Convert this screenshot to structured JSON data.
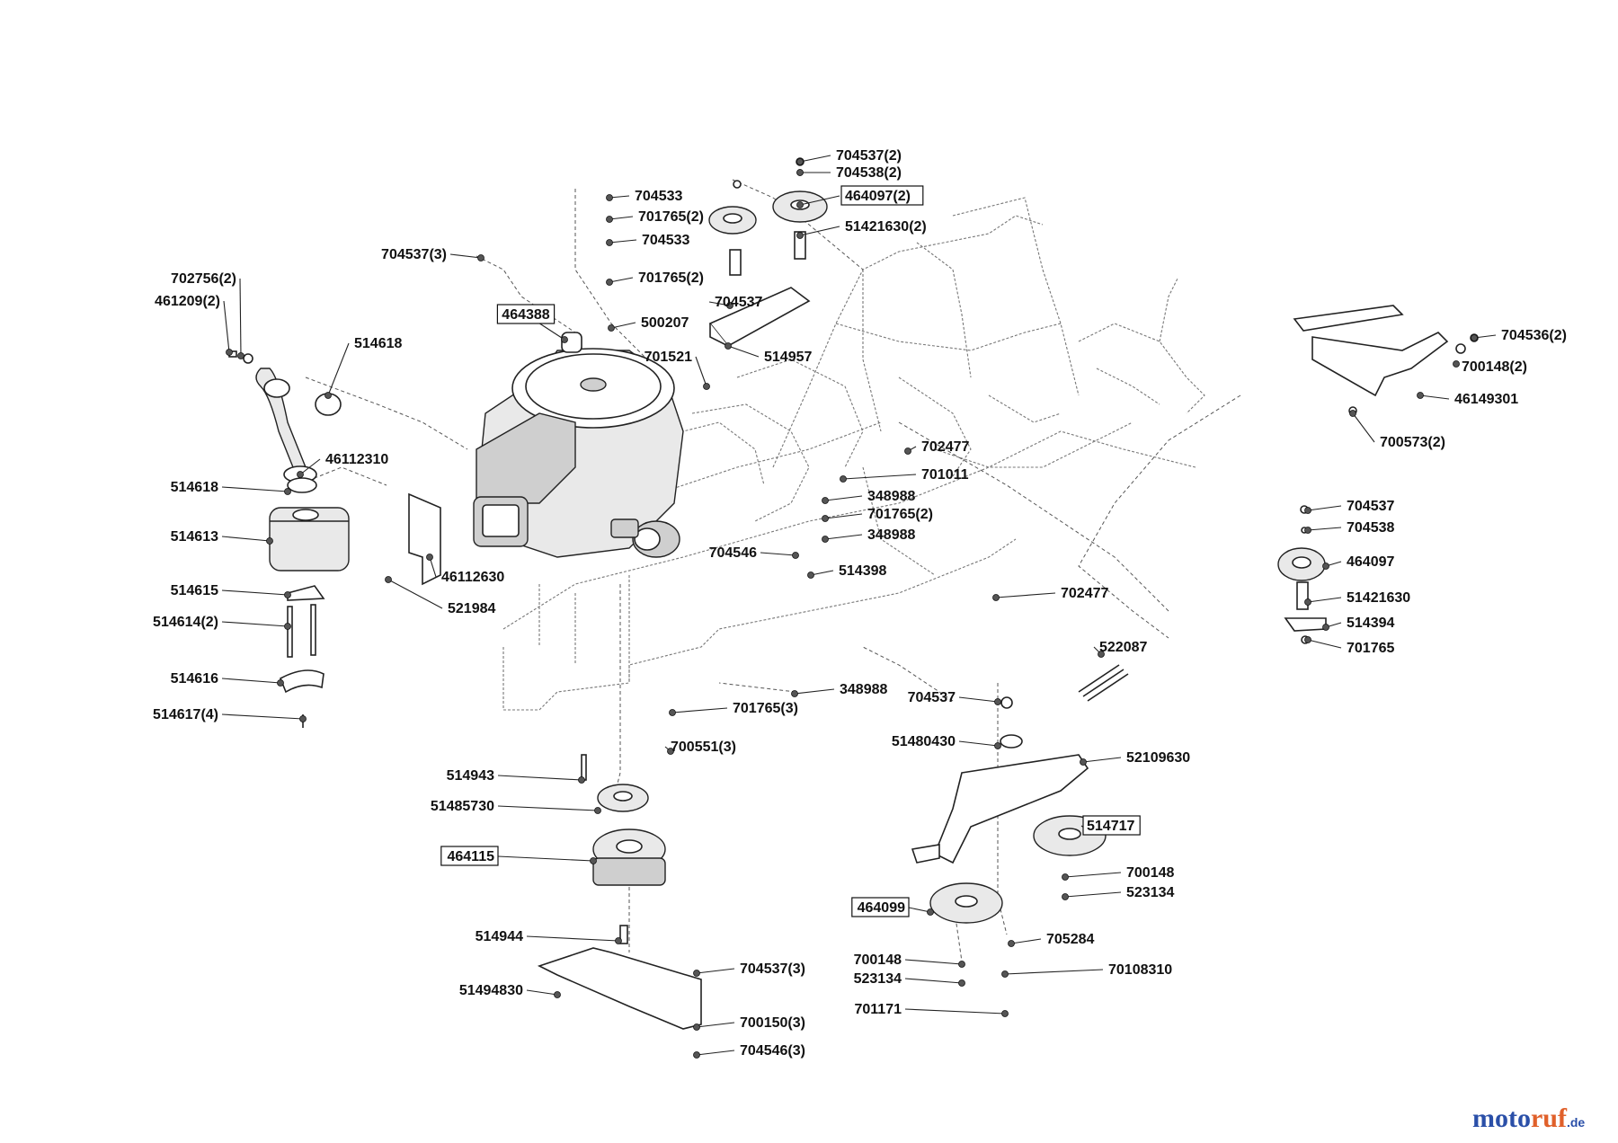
{
  "parts": [
    {
      "label": "704537(2)",
      "boxed": false
    },
    {
      "label": "704538(2)",
      "boxed": false
    },
    {
      "label": "464097(2)",
      "boxed": true
    },
    {
      "label": "51421630(2)",
      "boxed": false
    },
    {
      "label": "704533",
      "boxed": false
    },
    {
      "label": "701765(2)",
      "boxed": false
    },
    {
      "label": "704533",
      "boxed": false
    },
    {
      "label": "704537(3)",
      "boxed": false
    },
    {
      "label": "701765(2)",
      "boxed": false
    },
    {
      "label": "704537",
      "boxed": false
    },
    {
      "label": "500207",
      "boxed": false
    },
    {
      "label": "464388",
      "boxed": true
    },
    {
      "label": "514957",
      "boxed": false
    },
    {
      "label": "701521",
      "boxed": false
    },
    {
      "label": "702756(2)",
      "boxed": false
    },
    {
      "label": "461209(2)",
      "boxed": false
    },
    {
      "label": "514618",
      "boxed": false
    },
    {
      "label": "46112310",
      "boxed": false
    },
    {
      "label": "514618",
      "boxed": false
    },
    {
      "label": "514613",
      "boxed": false
    },
    {
      "label": "514615",
      "boxed": false
    },
    {
      "label": "514614(2)",
      "boxed": false
    },
    {
      "label": "514616",
      "boxed": false
    },
    {
      "label": "514617(4)",
      "boxed": false
    },
    {
      "label": "46112630",
      "boxed": false
    },
    {
      "label": "521984",
      "boxed": false
    },
    {
      "label": "702477",
      "boxed": false
    },
    {
      "label": "701011",
      "boxed": false
    },
    {
      "label": "348988",
      "boxed": false
    },
    {
      "label": "701765(2)",
      "boxed": false
    },
    {
      "label": "348988",
      "boxed": false
    },
    {
      "label": "704546",
      "boxed": false
    },
    {
      "label": "514398",
      "boxed": false
    },
    {
      "label": "702477",
      "boxed": false
    },
    {
      "label": "704536(2)",
      "boxed": false
    },
    {
      "label": "700148(2)",
      "boxed": false
    },
    {
      "label": "46149301",
      "boxed": false
    },
    {
      "label": "700573(2)",
      "boxed": false
    },
    {
      "label": "704537",
      "boxed": false
    },
    {
      "label": "704538",
      "boxed": false
    },
    {
      "label": "464097",
      "boxed": false
    },
    {
      "label": "51421630",
      "boxed": false
    },
    {
      "label": "514394",
      "boxed": false
    },
    {
      "label": "701765",
      "boxed": false
    },
    {
      "label": "522087",
      "boxed": false
    },
    {
      "label": "348988",
      "boxed": false
    },
    {
      "label": "704537",
      "boxed": false
    },
    {
      "label": "701765(3)",
      "boxed": false
    },
    {
      "label": "51480430",
      "boxed": false
    },
    {
      "label": "52109630",
      "boxed": false
    },
    {
      "label": "700551(3)",
      "boxed": false
    },
    {
      "label": "514943",
      "boxed": false
    },
    {
      "label": "51485730",
      "boxed": false
    },
    {
      "label": "514717",
      "boxed": true
    },
    {
      "label": "464115",
      "boxed": true
    },
    {
      "label": "700148",
      "boxed": false
    },
    {
      "label": "523134",
      "boxed": false
    },
    {
      "label": "464099",
      "boxed": true
    },
    {
      "label": "514944",
      "boxed": false
    },
    {
      "label": "705284",
      "boxed": false
    },
    {
      "label": "704537(3)",
      "boxed": false
    },
    {
      "label": "700148",
      "boxed": false
    },
    {
      "label": "70108310",
      "boxed": false
    },
    {
      "label": "51494830",
      "boxed": false
    },
    {
      "label": "523134",
      "boxed": false
    },
    {
      "label": "701171",
      "boxed": false
    },
    {
      "label": "700150(3)",
      "boxed": false
    },
    {
      "label": "704546(3)",
      "boxed": false
    }
  ],
  "watermark": {
    "part1": "moto",
    "part2": "ruf",
    "suffix": ".de"
  }
}
